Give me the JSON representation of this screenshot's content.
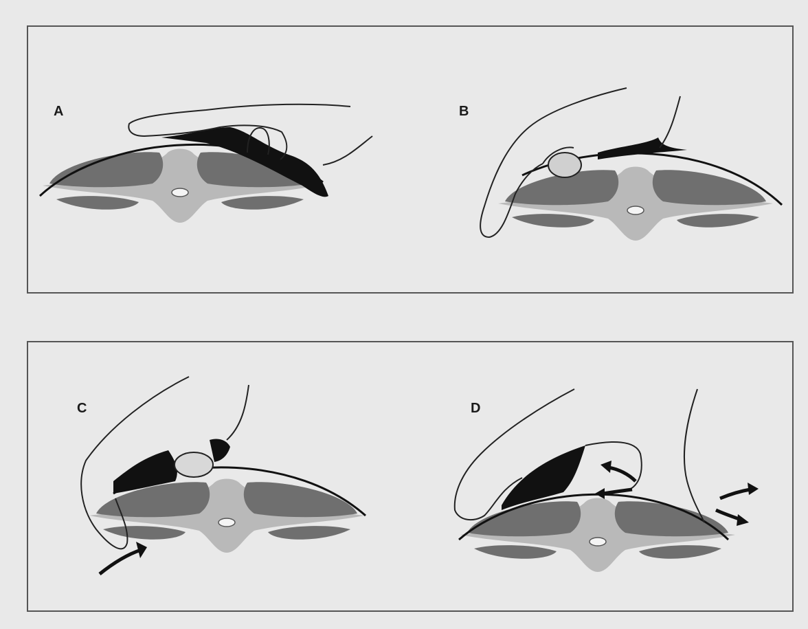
{
  "figure": {
    "panels": [
      {
        "id": "A",
        "label": "A"
      },
      {
        "id": "B",
        "label": "B"
      },
      {
        "id": "C",
        "label": "C"
      },
      {
        "id": "D",
        "label": "D"
      }
    ]
  },
  "colors": {
    "background": "#e9e9e9",
    "frame": "#555555",
    "dark_muscle": "#6f6f6f",
    "light_tissue": "#b9b9b9",
    "skin_line": "#111111",
    "black_fill": "#111111",
    "hand_outline": "#222222"
  }
}
